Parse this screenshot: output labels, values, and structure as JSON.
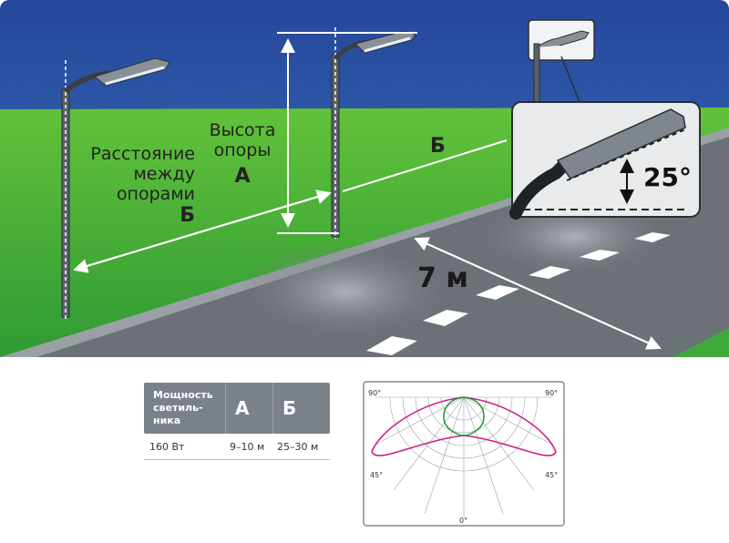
{
  "scene": {
    "distance_label": [
      "Расстояние",
      "между",
      "опорами"
    ],
    "distance_letter": "Б",
    "height_label": [
      "Высота",
      "опоры"
    ],
    "height_letter": "А",
    "distance_letter_right": "Б",
    "road_width": "7 м",
    "tilt_angle": "25°",
    "colors": {
      "sky": "#2e5aa6",
      "grass": "#3faa3a",
      "road": "#6b7177",
      "marking": "#ffffff",
      "inset_bg": "#e9eaeb"
    }
  },
  "table": {
    "headers": [
      "Мощность светиль-ника",
      "А",
      "Б"
    ],
    "rows": [
      [
        "160 Вт",
        "9–10 м",
        "25–30 м"
      ]
    ]
  },
  "polar_diagram": {
    "angle_labels": {
      "top_left": "90°",
      "top_right": "90°",
      "mid_left": "45°",
      "mid_right": "45°",
      "bottom": "0°"
    },
    "curve_colors": [
      "#cc1f8a",
      "#2a9a3a"
    ]
  }
}
